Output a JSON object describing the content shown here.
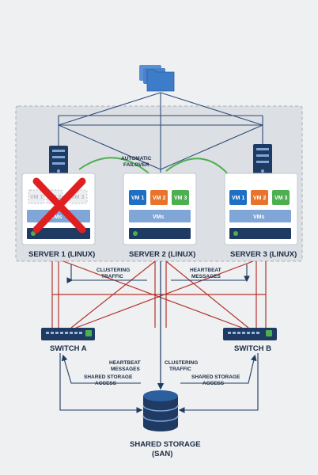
{
  "labels": {
    "automatic_failover_1": "AUTOMATIC",
    "automatic_failover_2": "FAILOVER",
    "clustering_traffic_top_1": "CLUSTERING",
    "clustering_traffic_top_2": "TRAFFIC",
    "heartbeat_top_1": "HEARTBEAT",
    "heartbeat_top_2": "MESSAGES",
    "heartbeat_bottom_1": "HEARTBEAT",
    "heartbeat_bottom_2": "MESSAGES",
    "clustering_traffic_bottom_1": "CLUSTERING",
    "clustering_traffic_bottom_2": "TRAFFIC",
    "shared_access_left_1": "SHARED STORAGE",
    "shared_access_left_2": "ACCESS",
    "shared_access_right_1": "SHARED STORAGE",
    "shared_access_right_2": "ACCESS",
    "storage_1": "SHARED STORAGE",
    "storage_2": "(SAN)"
  },
  "servers": [
    {
      "label": "SERVER 1 (LINUX)",
      "vms": [
        "VM 1",
        "VM 2",
        "VM 3"
      ],
      "vms_label": "VMs",
      "status": "failed"
    },
    {
      "label": "SERVER 2 (LINUX)",
      "vms": [
        "VM 1",
        "VM 2",
        "VM 3"
      ],
      "vms_label": "VMs",
      "status": "active"
    },
    {
      "label": "SERVER 3 (LINUX)",
      "vms": [
        "VM 1",
        "VM 2",
        "VM 3"
      ],
      "vms_label": "VMs",
      "status": "active"
    }
  ],
  "switches": [
    {
      "label": "SWITCH A"
    },
    {
      "label": "SWITCH B"
    }
  ],
  "colors": {
    "navy": "#1f3b63",
    "blue_line": "#2d4d7a",
    "red_line": "#b5332e",
    "green_arrow": "#4caf50",
    "failure_x": "#e02020",
    "vm1": "#1f6fc2",
    "vm2": "#e8732c",
    "vm3": "#4caf50",
    "vms_bar": "#7fa6d6",
    "folder": "#3d7cc9"
  }
}
